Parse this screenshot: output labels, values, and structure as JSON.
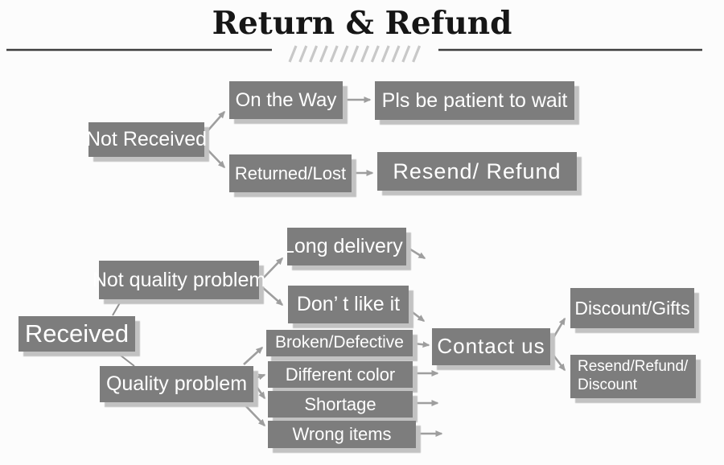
{
  "title": "Return & Refund",
  "colors": {
    "box_fill": "#7d7d7d",
    "box_text": "#ffffff",
    "box_shadow": "#c2c2c2",
    "arrow": "#9e9e9e",
    "connector_line": "#909090",
    "title_text": "#161616",
    "divider_rule": "#3e3e3e",
    "hatch": "#c8c8c8",
    "background": "#fcfcfc"
  },
  "nodes": {
    "not_received": {
      "label": "Not Received"
    },
    "on_the_way": {
      "label": "On the Way"
    },
    "returned_lost": {
      "label": "Returned/Lost"
    },
    "pls_be_patient": {
      "label": "Pls be patient to wait"
    },
    "resend_refund": {
      "label": "Resend/ Refund"
    },
    "received": {
      "label": "Received"
    },
    "not_quality_problem": {
      "label": "Not quality problem"
    },
    "quality_problem": {
      "label": "Quality problem"
    },
    "long_delivery": {
      "label": "Long delivery"
    },
    "dont_like_it": {
      "label": "Don’  t like it"
    },
    "broken_defective": {
      "label": "Broken/Defective"
    },
    "different_color": {
      "label": "Different color"
    },
    "shortage": {
      "label": "Shortage"
    },
    "wrong_items": {
      "label": "Wrong items"
    },
    "contact_us": {
      "label": "Contact us"
    },
    "discount_gifts": {
      "label": "Discount/Gifts"
    },
    "resend_refund_discount": {
      "label": "Resend/Refund/\nDiscount"
    }
  },
  "edges": [
    {
      "from": "not_received",
      "to": "on_the_way"
    },
    {
      "from": "not_received",
      "to": "returned_lost"
    },
    {
      "from": "on_the_way",
      "to": "pls_be_patient"
    },
    {
      "from": "returned_lost",
      "to": "resend_refund"
    },
    {
      "from": "received",
      "to": "not_quality_problem"
    },
    {
      "from": "received",
      "to": "quality_problem"
    },
    {
      "from": "not_quality_problem",
      "to": "long_delivery"
    },
    {
      "from": "not_quality_problem",
      "to": "dont_like_it"
    },
    {
      "from": "long_delivery",
      "to": null
    },
    {
      "from": "dont_like_it",
      "to": "contact_us"
    },
    {
      "from": "quality_problem",
      "to": "broken_defective"
    },
    {
      "from": "quality_problem",
      "to": "different_color"
    },
    {
      "from": "quality_problem",
      "to": "shortage"
    },
    {
      "from": "quality_problem",
      "to": "wrong_items"
    },
    {
      "from": "broken_defective",
      "to": "contact_us"
    },
    {
      "from": "different_color",
      "to": null
    },
    {
      "from": "shortage",
      "to": null
    },
    {
      "from": "wrong_items",
      "to": null
    },
    {
      "from": "contact_us",
      "to": "discount_gifts"
    },
    {
      "from": "contact_us",
      "to": "resend_refund_discount"
    }
  ]
}
